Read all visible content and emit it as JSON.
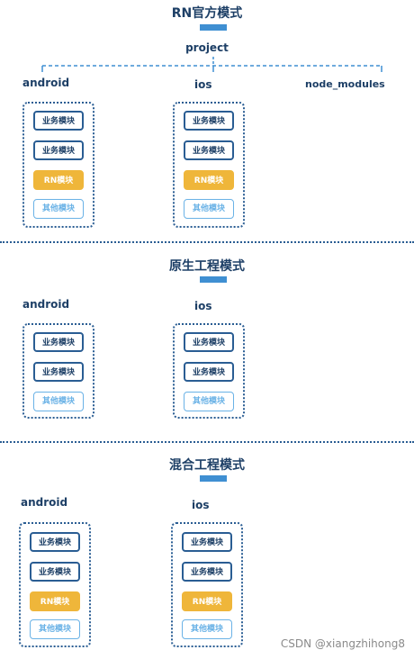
{
  "rn_mode": {
    "title": "RN官方模式",
    "project": "project",
    "platforms": [
      "android",
      "ios",
      "node_modules"
    ],
    "modules": [
      "业务模块",
      "业务模块",
      "RN模块",
      "其他模块"
    ]
  },
  "native_mode": {
    "title": "原生工程模式",
    "platforms": [
      "android",
      "ios"
    ],
    "modules": [
      "业务模块",
      "业务模块",
      "其他模块"
    ]
  },
  "hybrid_mode": {
    "title": "混合工程模式",
    "platforms": [
      "android",
      "ios"
    ],
    "modules": [
      "业务模块",
      "业务模块",
      "RN模块",
      "其他模块"
    ]
  },
  "watermark": "CSDN @xiangzhihong8",
  "colors": {
    "navy": "#1d3f66",
    "accent_blue": "#3f8fd2",
    "rn_yellow": "#efb63a",
    "light_blue": "#6ab2e6"
  }
}
